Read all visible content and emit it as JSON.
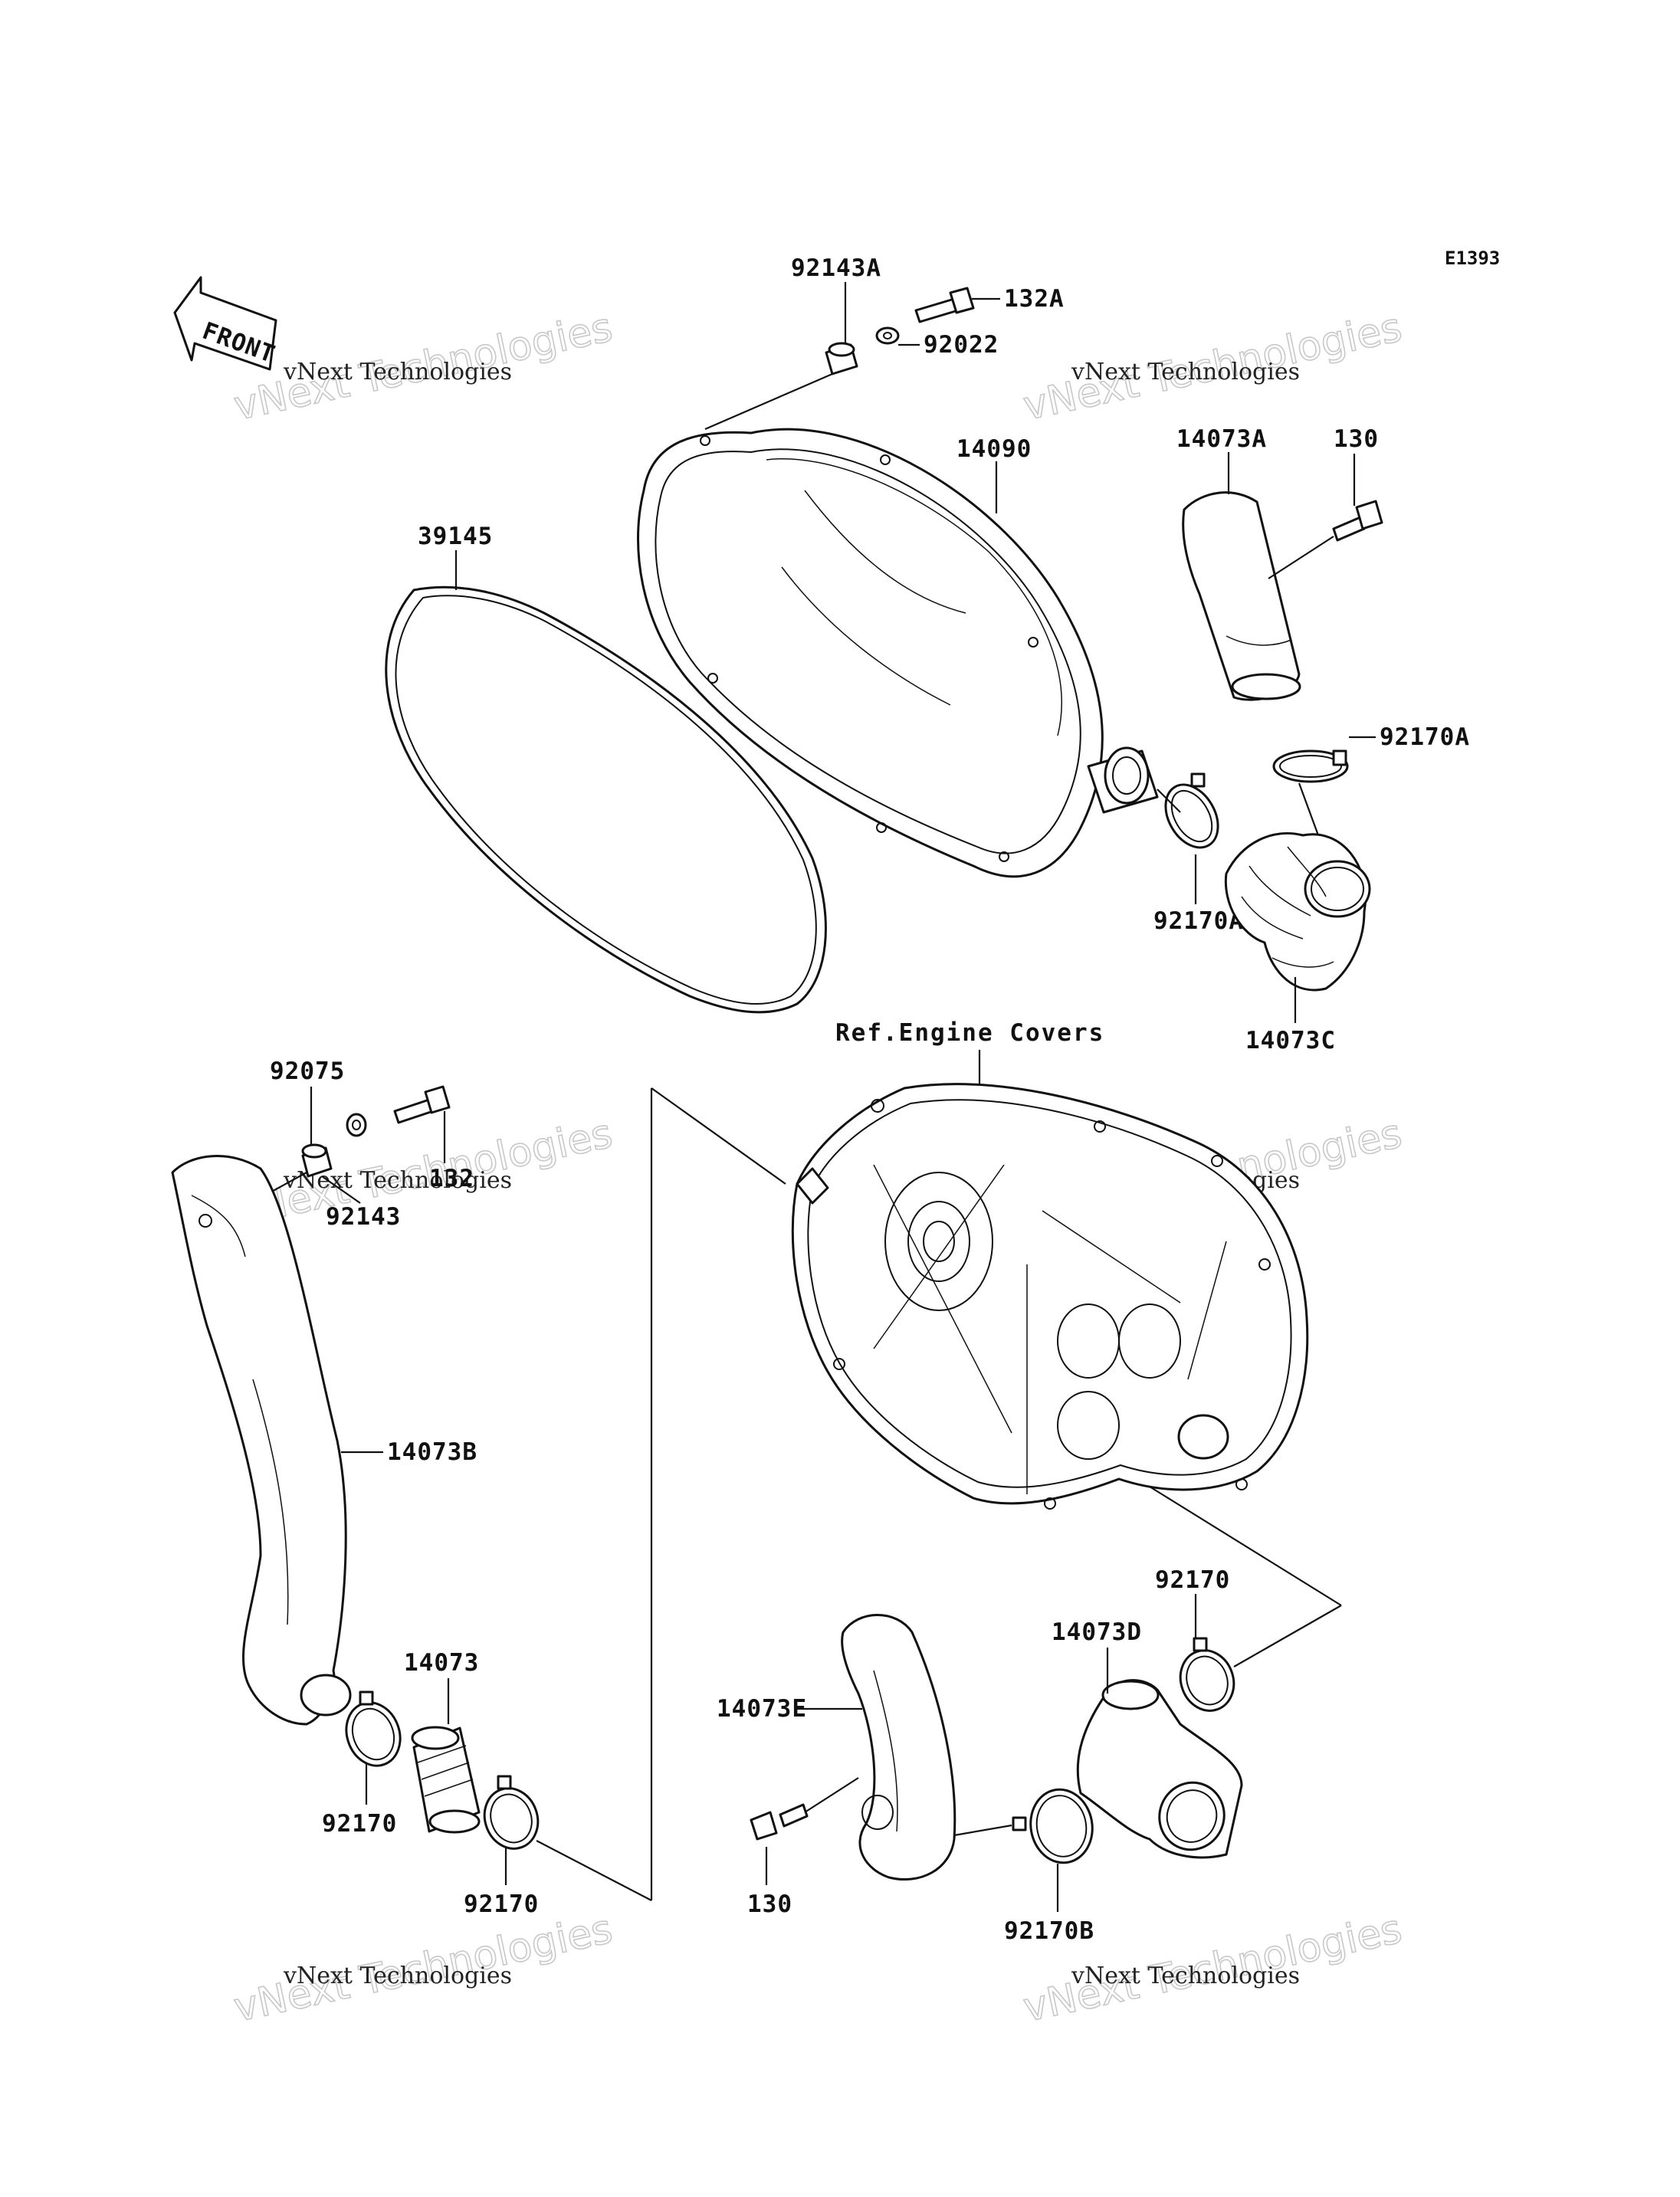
{
  "diagram_code": "E1393",
  "front_marker": "FRONT",
  "reference_note": "Ref.Engine Covers",
  "part_labels": {
    "p92143A": "92143A",
    "p132A": "132A",
    "p92022": "92022",
    "p14073A": "14073A",
    "p130_top": "130",
    "p14090": "14090",
    "p39145": "39145",
    "p92170A_right": "92170A",
    "p92170A_lower": "92170A",
    "p14073C": "14073C",
    "p92075": "92075",
    "p132": "132",
    "p92143": "92143",
    "p14073B": "14073B",
    "p14073": "14073",
    "p92170_left": "92170",
    "p92170_mid": "92170",
    "p92170_right": "92170",
    "p14073D": "14073D",
    "p14073E": "14073E",
    "p130_bottom": "130",
    "p92170B": "92170B"
  },
  "watermarks": [
    {
      "line1": "vNext Technologies",
      "line2": "vNext Technologies"
    },
    {
      "line1": "vNext Technologies",
      "line2": "vNext Technologies"
    },
    {
      "line1": "vNext Technologies",
      "line2": "vNext Technologies"
    },
    {
      "line1": "vNext Technologies",
      "line2": "vNext Technologies"
    },
    {
      "line1": "vNext Technologies",
      "line2": "vNext Technologies"
    },
    {
      "line1": "vNext Technologies",
      "line2": "vNext Technologies"
    }
  ]
}
